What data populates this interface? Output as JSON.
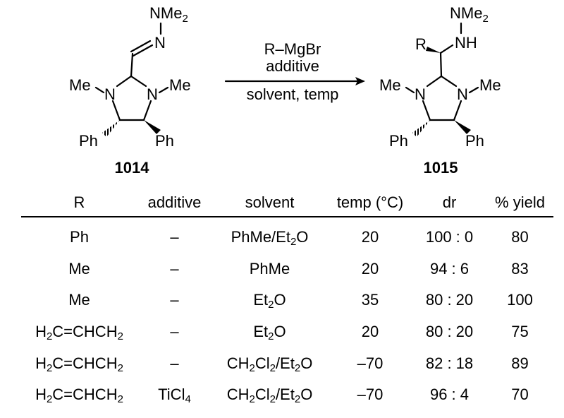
{
  "scheme": {
    "reagents": {
      "line1": "R–MgBr",
      "line2": "additive",
      "line3": "solvent, temp"
    },
    "compound_start": "1014",
    "compound_product": "1015",
    "atom_labels": {
      "nme2": "NMe",
      "two": "2",
      "n": "N",
      "nh": "NH",
      "me": "Me",
      "ph": "Ph",
      "r": "R"
    }
  },
  "table": {
    "headers": [
      "R",
      "additive",
      "solvent",
      "temp (°C)",
      "dr",
      "% yield"
    ],
    "rows": [
      {
        "r": [
          [
            "Ph",
            ""
          ]
        ],
        "additive": [
          [
            "–",
            ""
          ]
        ],
        "solvent": [
          [
            "PhMe/Et",
            "2"
          ],
          [
            "O",
            ""
          ]
        ],
        "temp": "20",
        "dr": "100 : 0",
        "yield": "80"
      },
      {
        "r": [
          [
            "Me",
            ""
          ]
        ],
        "additive": [
          [
            "–",
            ""
          ]
        ],
        "solvent": [
          [
            "PhMe",
            ""
          ]
        ],
        "temp": "20",
        "dr": "94 : 6",
        "yield": "83"
      },
      {
        "r": [
          [
            "Me",
            ""
          ]
        ],
        "additive": [
          [
            "–",
            ""
          ]
        ],
        "solvent": [
          [
            "Et",
            "2"
          ],
          [
            "O",
            ""
          ]
        ],
        "temp": "35",
        "dr": "80 : 20",
        "yield": "100"
      },
      {
        "r": [
          [
            "H",
            "2"
          ],
          [
            "C=CHCH",
            "2"
          ]
        ],
        "additive": [
          [
            "–",
            ""
          ]
        ],
        "solvent": [
          [
            "Et",
            "2"
          ],
          [
            "O",
            ""
          ]
        ],
        "temp": "20",
        "dr": "80 : 20",
        "yield": "75"
      },
      {
        "r": [
          [
            "H",
            "2"
          ],
          [
            "C=CHCH",
            "2"
          ]
        ],
        "additive": [
          [
            "–",
            ""
          ]
        ],
        "solvent": [
          [
            "CH",
            "2"
          ],
          [
            "Cl",
            "2"
          ],
          [
            "/Et",
            "2"
          ],
          [
            "O",
            ""
          ]
        ],
        "temp": "–70",
        "dr": "82 : 18",
        "yield": "89"
      },
      {
        "r": [
          [
            "H",
            "2"
          ],
          [
            "C=CHCH",
            "2"
          ]
        ],
        "additive": [
          [
            "TiCl",
            "4"
          ]
        ],
        "solvent": [
          [
            "CH",
            "2"
          ],
          [
            "Cl",
            "2"
          ],
          [
            "/Et",
            "2"
          ],
          [
            "O",
            ""
          ]
        ],
        "temp": "–70",
        "dr": "96 : 4",
        "yield": "70"
      }
    ]
  }
}
